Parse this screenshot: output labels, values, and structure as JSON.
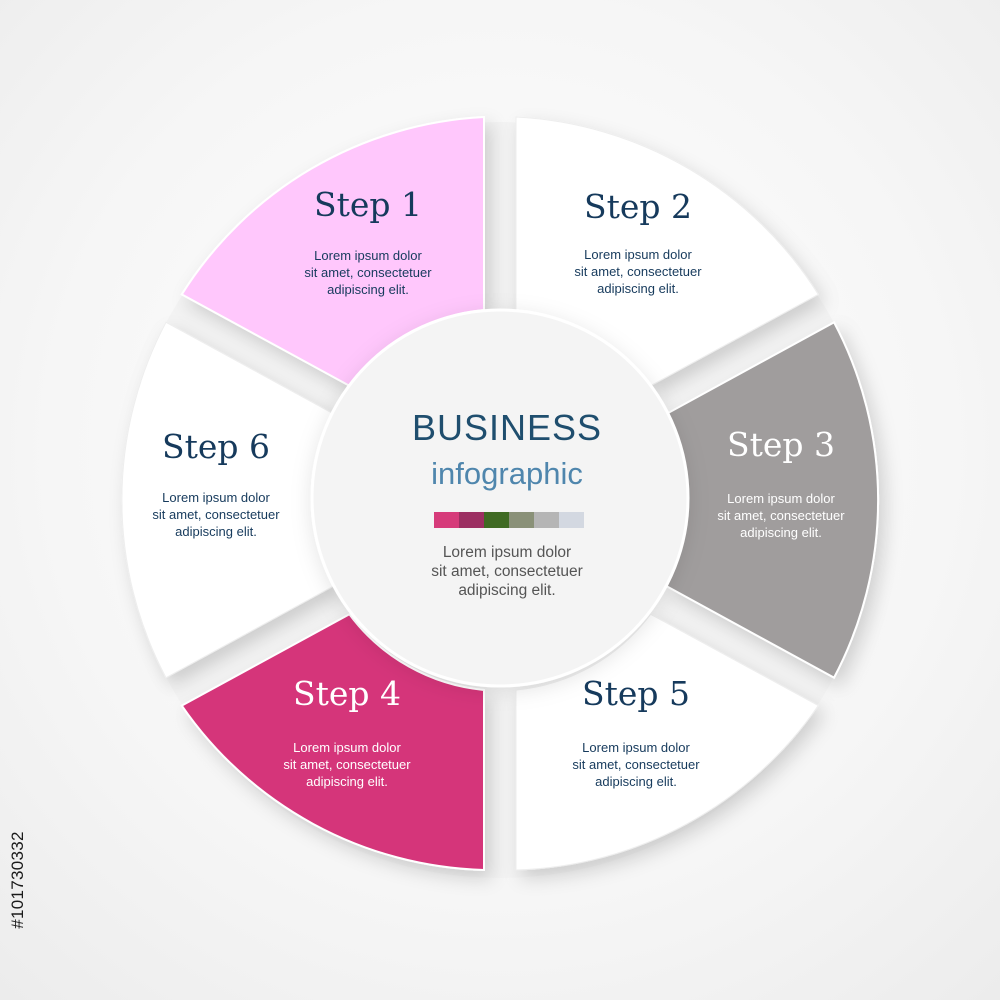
{
  "center": {
    "title": "BUSINESS",
    "subtitle": "infographic",
    "body_lines": [
      "Lorem ipsum dolor",
      "sit amet, consectetuer",
      "adipiscing elit."
    ],
    "title_color": "#1f4e6e",
    "subtitle_color": "#4f86ad",
    "body_color": "#555555",
    "swatches": [
      "#d63b7a",
      "#9c2f62",
      "#3f6a23",
      "#8a9178",
      "#b5b5b5",
      "#d3d8e1"
    ]
  },
  "steps": [
    {
      "id": "step-1",
      "title": "Step 1",
      "body_lines": [
        "Lorem ipsum dolor",
        "sit amet, consectetuer",
        "adipiscing elit."
      ],
      "fill": "#ffc7fc",
      "title_color": "#163a5c",
      "body_color": "#163a5c"
    },
    {
      "id": "step-2",
      "title": "Step 2",
      "body_lines": [
        "Lorem ipsum dolor",
        "sit amet, consectetuer",
        "adipiscing elit."
      ],
      "fill": "#ffffff",
      "title_color": "#163a5c",
      "body_color": "#163a5c"
    },
    {
      "id": "step-3",
      "title": "Step 3",
      "body_lines": [
        "Lorem ipsum dolor",
        "sit amet, consectetuer",
        "adipiscing elit."
      ],
      "fill": "#a09d9d",
      "title_color": "#ffffff",
      "body_color": "#ffffff"
    },
    {
      "id": "step-4",
      "title": "Step 4",
      "body_lines": [
        "Lorem ipsum dolor",
        "sit amet, consectetuer",
        "adipiscing elit."
      ],
      "fill": "#d5357a",
      "title_color": "#ffffff",
      "body_color": "#ffffff"
    },
    {
      "id": "step-5",
      "title": "Step 5",
      "body_lines": [
        "Lorem ipsum dolor",
        "sit amet, consectetuer",
        "adipiscing elit."
      ],
      "fill": "#ffffff",
      "title_color": "#163a5c",
      "body_color": "#163a5c"
    },
    {
      "id": "step-6",
      "title": "Step 6",
      "body_lines": [
        "Lorem ipsum dolor",
        "sit amet, consectetuer",
        "adipiscing elit."
      ],
      "fill": "#ffffff",
      "title_color": "#163a5c",
      "body_color": "#163a5c"
    }
  ],
  "stock_id": "#101730332"
}
